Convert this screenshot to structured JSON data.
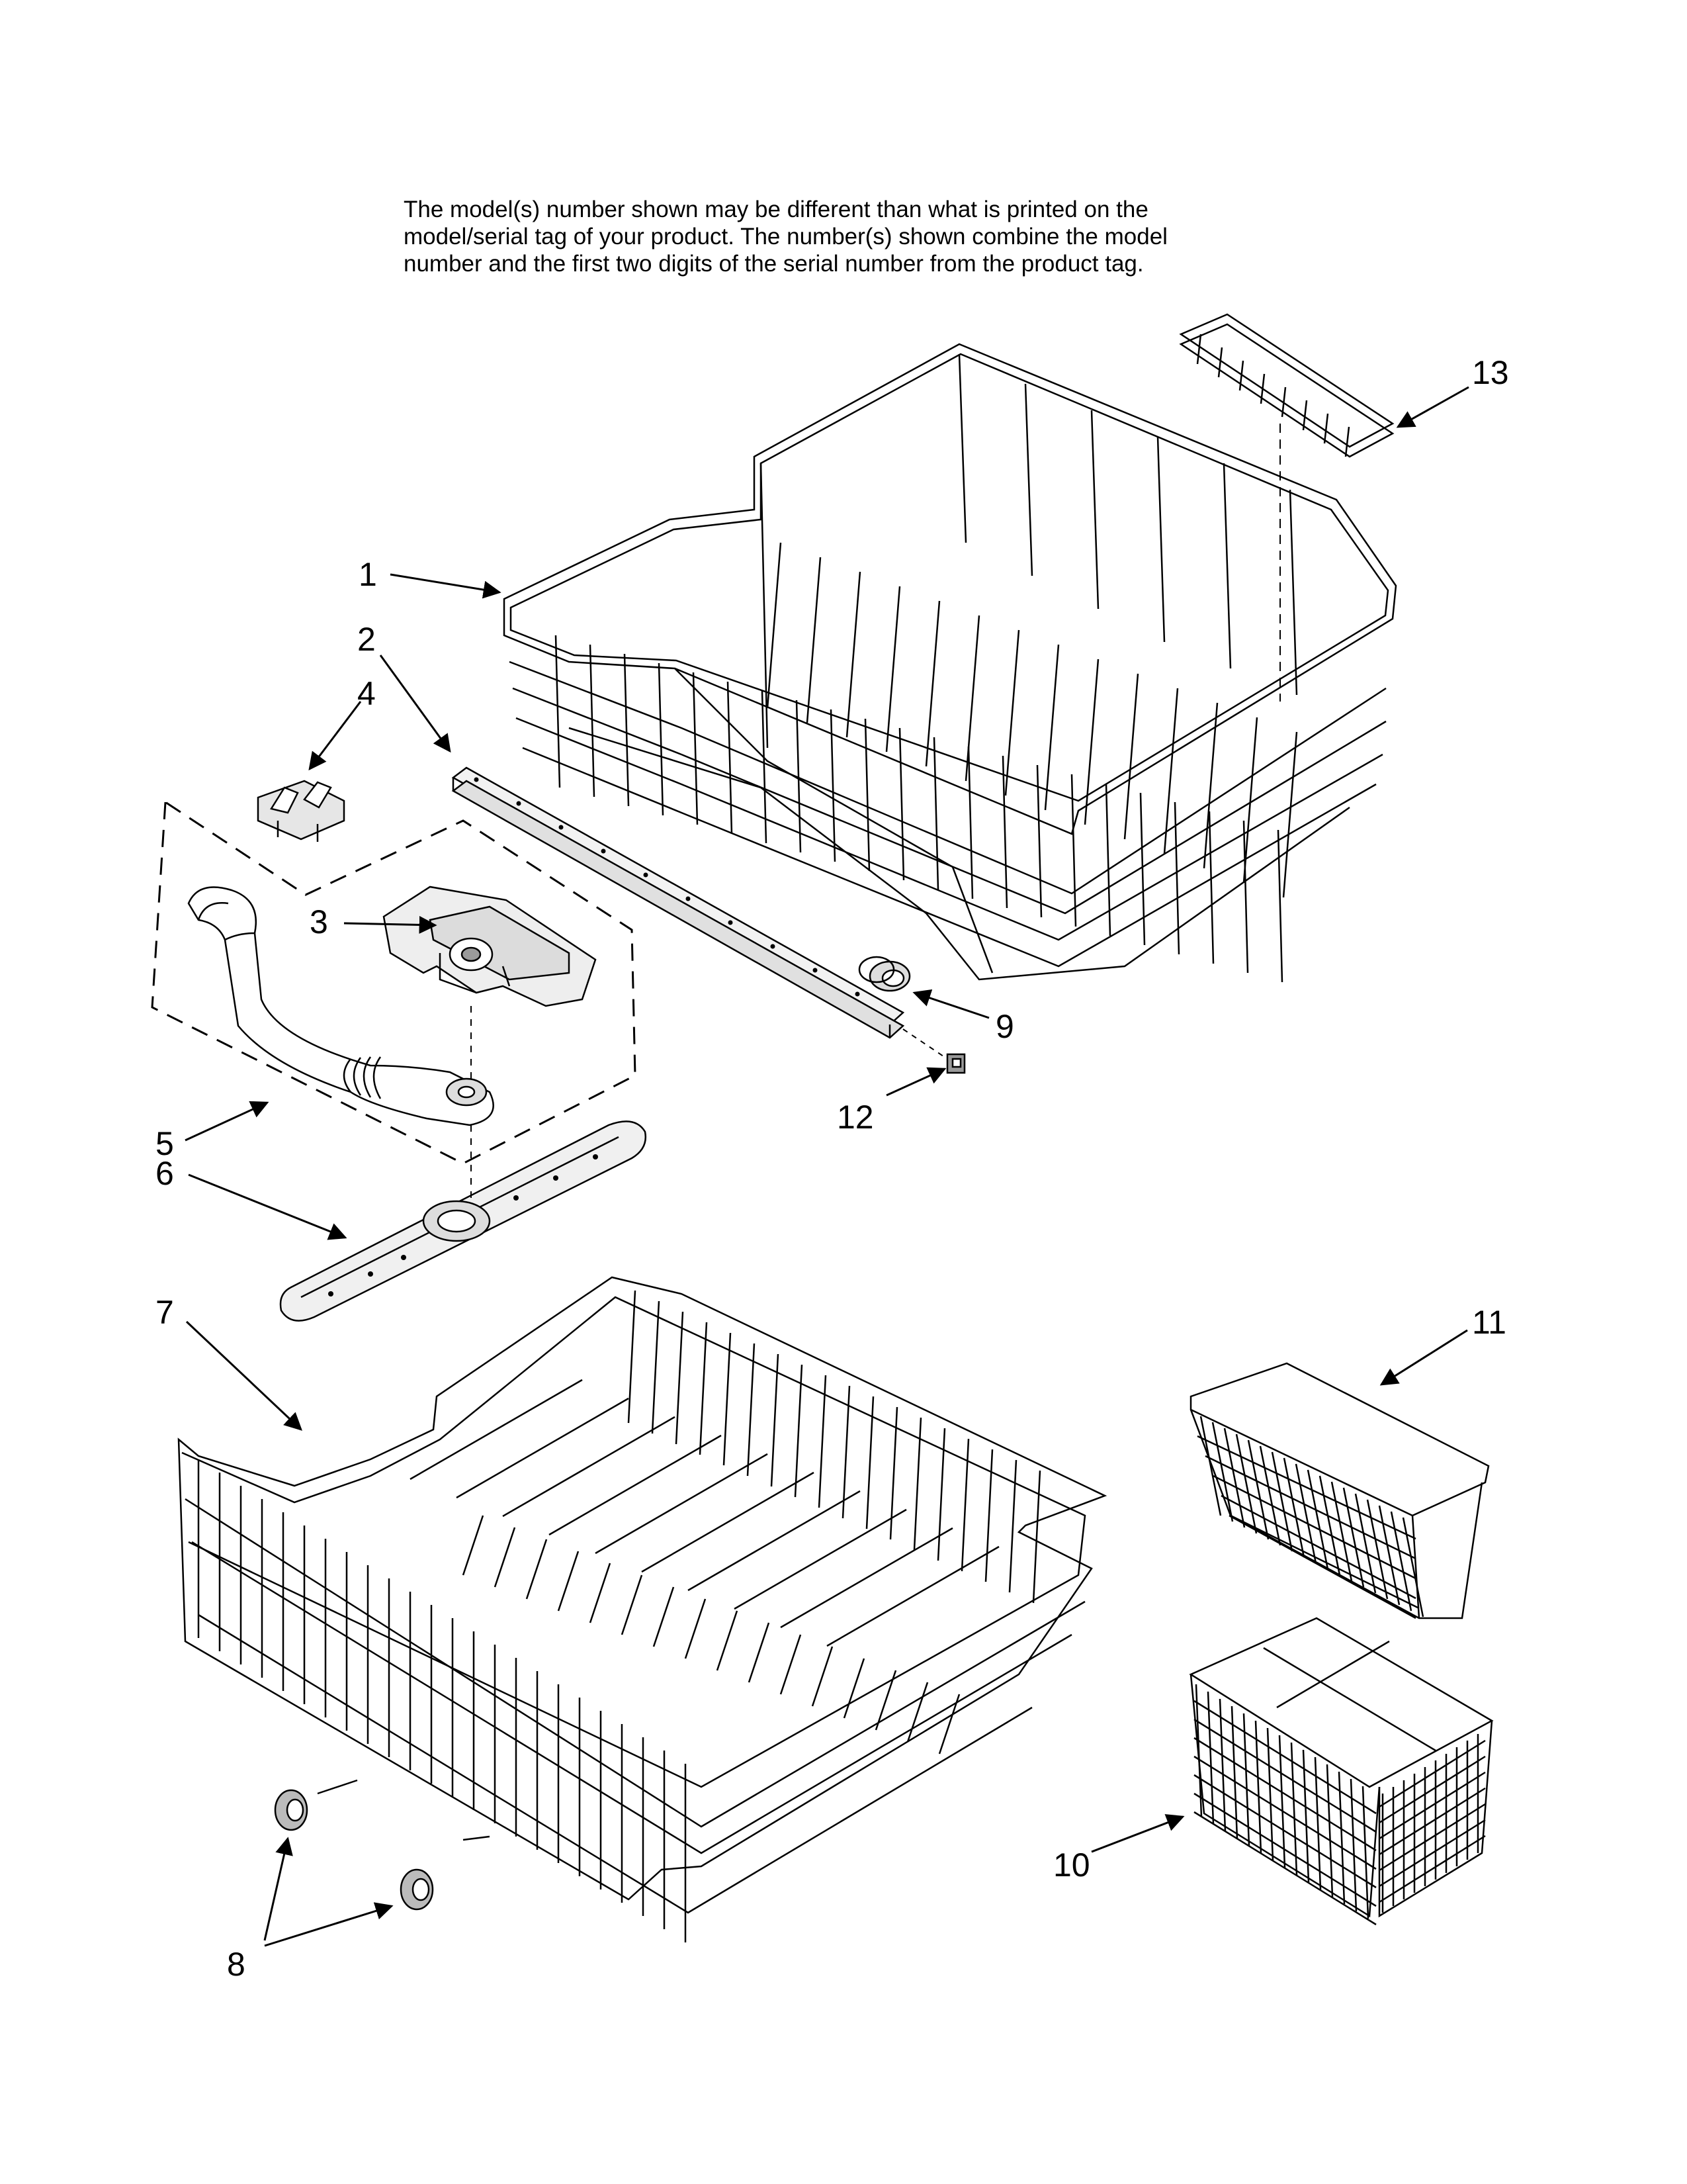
{
  "notice": {
    "line1": "The model(s) number shown may be different than what is printed on the",
    "line2": "model/serial tag of your product. The number(s) shown combine the model",
    "line3": "number and the first two digits of the serial number from the product tag."
  },
  "callouts": {
    "c1": "1",
    "c2": "2",
    "c3": "3",
    "c4": "4",
    "c5": "5",
    "c6": "6",
    "c7": "7",
    "c8": "8",
    "c9": "9",
    "c10": "10",
    "c11": "11",
    "c12": "12",
    "c13": "13"
  },
  "colors": {
    "line": "#000000",
    "background": "#ffffff",
    "shade": "#d9d9d9"
  }
}
